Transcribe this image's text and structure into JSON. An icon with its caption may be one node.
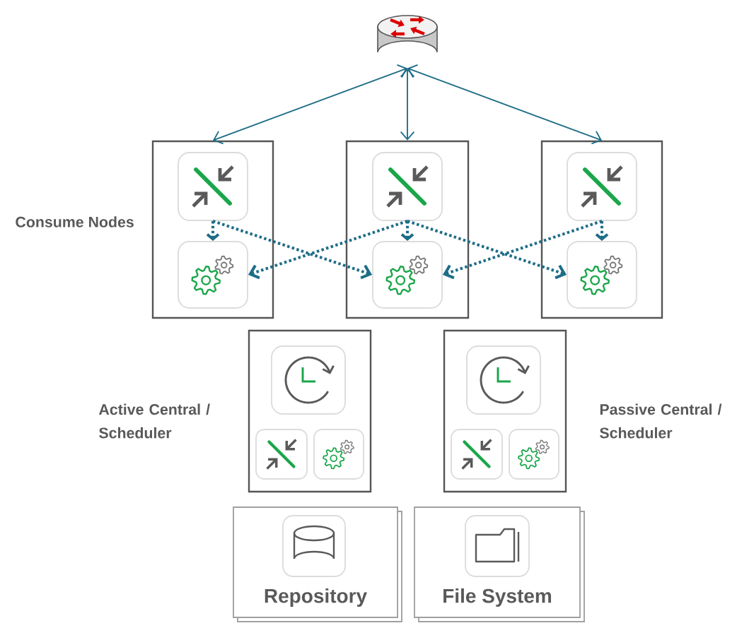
{
  "diagram": {
    "nodes": [
      {
        "text": [],
        "shape": "cylinder"
      },
      {
        "text": [],
        "shape": "box"
      },
      {
        "text": [],
        "shape": "box"
      },
      {
        "text": [],
        "shape": "box"
      },
      {
        "text": [],
        "shape": "box",
        "in": 1
      },
      {
        "text": [],
        "shape": "box",
        "in": 1
      },
      {
        "text": [],
        "shape": "box",
        "in": 2
      },
      {
        "text": [],
        "shape": "box",
        "in": 2
      },
      {
        "text": [],
        "shape": "box",
        "in": 3
      },
      {
        "text": [],
        "shape": "box",
        "in": 3
      },
      {
        "text": [],
        "shape": "box",
        "beside": [
          "Active Central / Scheduler"
        ]
      },
      {
        "text": [],
        "shape": "box",
        "in": 10
      },
      {
        "text": [],
        "shape": "box",
        "in": 10
      },
      {
        "text": [],
        "shape": "box",
        "in": 10
      },
      {
        "text": [],
        "shape": "box",
        "beside": [
          "Passive Central / Scheduler"
        ]
      },
      {
        "text": [],
        "shape": "box",
        "in": 14
      },
      {
        "text": [],
        "shape": "box",
        "in": 14
      },
      {
        "text": [],
        "shape": "box",
        "in": 14
      },
      {
        "text": [
          "Repository"
        ]
      },
      {
        "text": [],
        "shape": "box",
        "in": 18
      },
      {
        "text": [
          "File System"
        ]
      },
      {
        "text": [],
        "shape": "box",
        "in": 20
      }
    ],
    "edges": [
      {
        "from": 0,
        "to": 1,
        "arrow": "both"
      },
      {
        "from": 0,
        "to": 2,
        "arrow": "both"
      },
      {
        "from": 0,
        "to": 3,
        "arrow": "both"
      },
      {
        "from": 4,
        "to": 5,
        "arrow": "to",
        "style": "dashed"
      },
      {
        "from": 6,
        "to": 7,
        "arrow": "to",
        "style": "dashed"
      },
      {
        "from": 8,
        "to": 9,
        "arrow": "to",
        "style": "dashed"
      },
      {
        "from": 4,
        "to": 7,
        "arrow": "to",
        "style": "dashed"
      },
      {
        "from": 6,
        "to": 5,
        "arrow": "to",
        "style": "dashed"
      },
      {
        "from": 6,
        "to": 9,
        "arrow": "to",
        "style": "dashed"
      },
      {
        "from": 8,
        "to": 7,
        "arrow": "to",
        "style": "dashed"
      }
    ],
    "labels": [
      "Consume Nodes"
    ]
  }
}
